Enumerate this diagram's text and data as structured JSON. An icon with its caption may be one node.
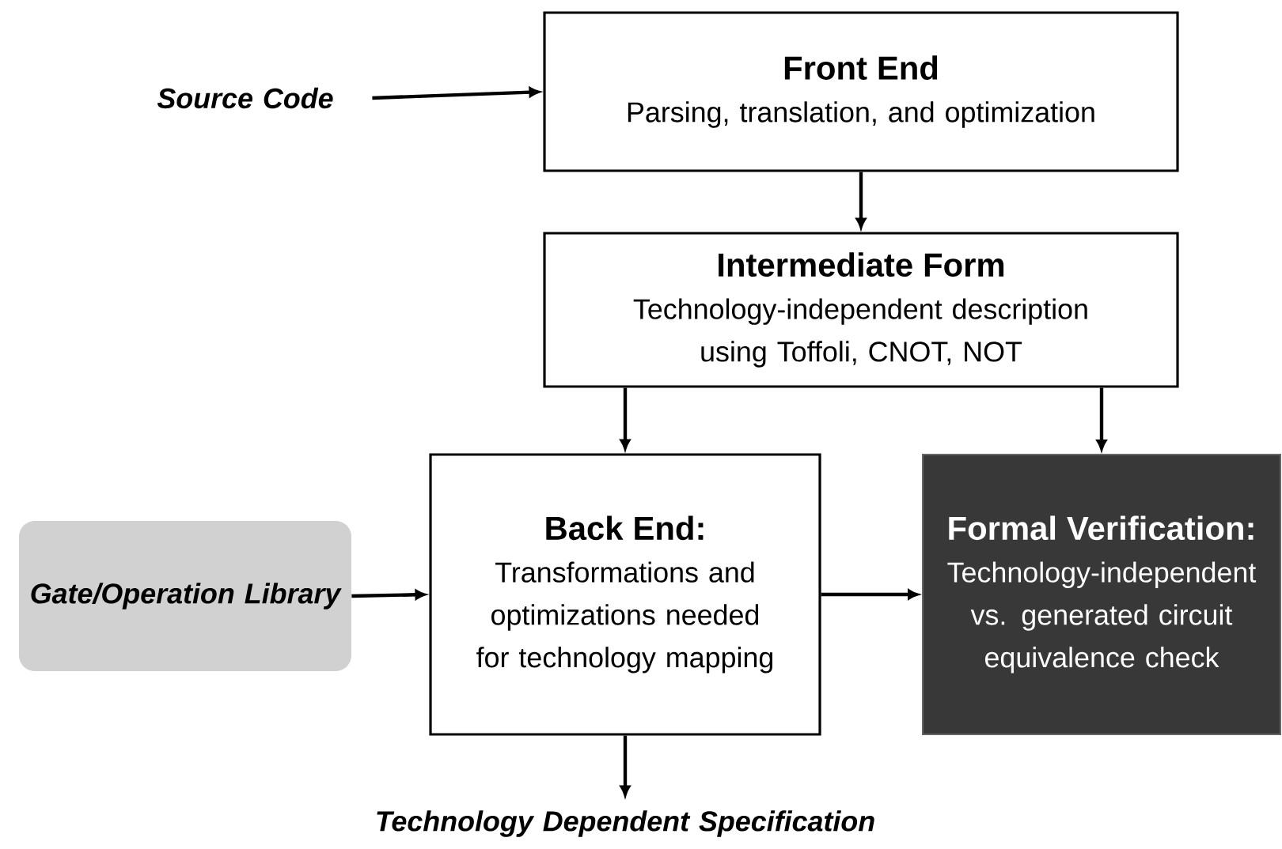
{
  "diagram": {
    "nodes": [
      {
        "text": [
          "Source Code"
        ]
      },
      {
        "text": [
          "Front End",
          "Parsing, translation, and optimization"
        ]
      },
      {
        "text": [
          "Intermediate Form",
          "Technology-independent description using Toffoli, CNOT, NOT"
        ]
      },
      {
        "text": [
          "Gate/Operation Library"
        ]
      },
      {
        "text": [
          "Back End:",
          "Transformations and optimizations needed for technology mapping"
        ]
      },
      {
        "text": [
          "Formal Verification:",
          "Technology-independent vs. generated circuit equivalence check"
        ]
      },
      {
        "text": [
          "Technology Dependent Specification"
        ]
      }
    ],
    "edges": [
      {
        "from": 0,
        "to": 1,
        "arrow": "to"
      },
      {
        "from": 1,
        "to": 2,
        "arrow": "to"
      },
      {
        "from": 2,
        "to": 4,
        "arrow": "to"
      },
      {
        "from": 2,
        "to": 5,
        "arrow": "to"
      },
      {
        "from": 3,
        "to": 4,
        "arrow": "to"
      },
      {
        "from": 4,
        "to": 5,
        "arrow": "to"
      },
      {
        "from": 4,
        "to": 6,
        "arrow": "to"
      }
    ]
  }
}
